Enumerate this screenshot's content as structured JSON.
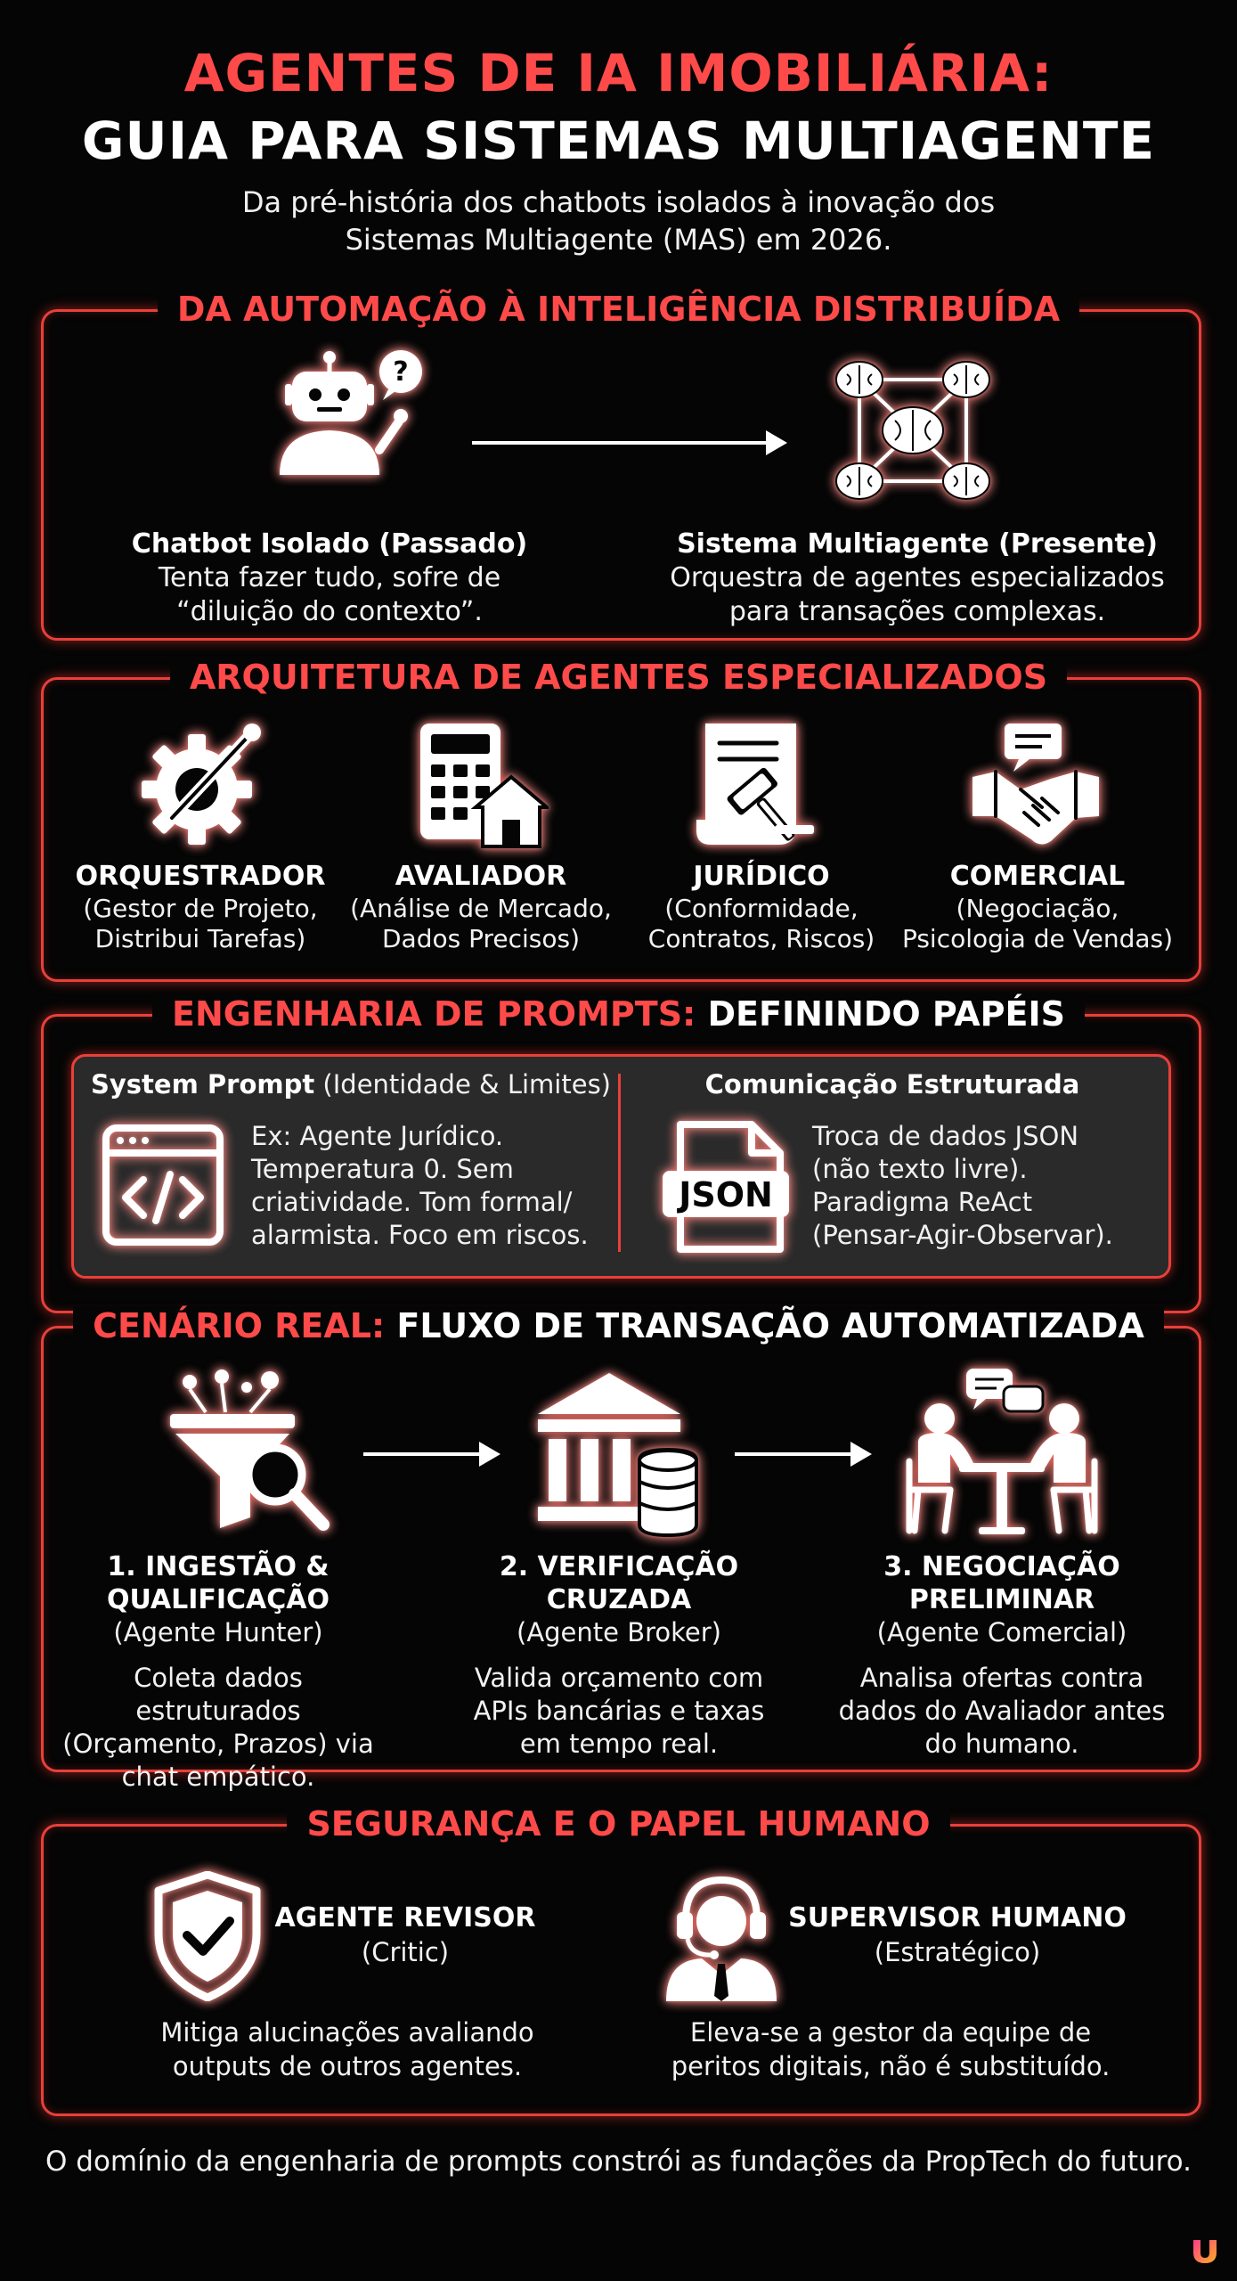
{
  "header": {
    "title_line1": "AGENTES DE IA IMOBILIÁRIA:",
    "title_line2": "GUIA PARA SISTEMAS MULTIAGENTE",
    "subtitle_line1": "Da pré-história dos chatbots isolados à inovação dos",
    "subtitle_line2": "Sistemas Multiagente (MAS) em 2026."
  },
  "section1": {
    "title": "DA AUTOMAÇÃO À INTELIGÊNCIA DISTRIBUÍDA",
    "left": {
      "icon": "robot-question-icon",
      "label": "Chatbot Isolado (Passado)",
      "line1": "Tenta fazer tudo, sofre de",
      "line2": "“diluição do contexto”."
    },
    "right": {
      "icon": "brain-network-icon",
      "label": "Sistema Multiagente (Presente)",
      "line1": "Orquestra de agentes especializados",
      "line2": "para transações complexas."
    }
  },
  "section2": {
    "title": "ARQUITETURA DE AGENTES ESPECIALIZADOS",
    "agents": [
      {
        "icon": "gear-wrench-icon",
        "label": "ORQUESTRADOR",
        "line1": "(Gestor de Projeto,",
        "line2": "Distribui Tarefas)"
      },
      {
        "icon": "calculator-house-icon",
        "label": "AVALIADOR",
        "line1": "(Análise de Mercado,",
        "line2": "Dados Precisos)"
      },
      {
        "icon": "gavel-document-icon",
        "label": "JURÍDICO",
        "line1": "(Conformidade,",
        "line2": "Contratos, Riscos)"
      },
      {
        "icon": "handshake-icon",
        "label": "COMERCIAL",
        "line1": "(Negociação,",
        "line2": "Psicologia de Vendas)"
      }
    ]
  },
  "section3": {
    "title_red": "ENGENHARIA DE PROMPTS:",
    "title_white": " DEFININDO PAPÉIS",
    "left": {
      "heading_bold": "System Prompt",
      "heading_rest": " (Identidade & Limites)",
      "icon": "code-window-icon",
      "lines": [
        "Ex: Agente Jurídico.",
        "Temperatura 0. Sem",
        "criatividade. Tom formal/",
        "alarmista. Foco em riscos."
      ]
    },
    "right": {
      "heading": "Comunicação Estruturada",
      "icon": "json-file-icon",
      "icon_text": "JSON",
      "lines": [
        "Troca de dados JSON",
        "(não texto livre).",
        "Paradigma ReAct",
        "(Pensar-Agir-Observar)."
      ]
    }
  },
  "section4": {
    "title_red": "CENÁRIO REAL:",
    "title_white": " FLUXO DE TRANSAÇÃO AUTOMATIZADA",
    "steps": [
      {
        "icon": "funnel-search-icon",
        "title1": "1. INGESTÃO &",
        "title2": "QUALIFICAÇÃO",
        "agent": "(Agente Hunter)",
        "line1": "Coleta dados estruturados",
        "line2": "(Orçamento, Prazos) via",
        "line3": "chat empático."
      },
      {
        "icon": "bank-database-icon",
        "title1": "2. VERIFICAÇÃO",
        "title2": "CRUZADA",
        "agent": "(Agente Broker)",
        "line1": "Valida orçamento com",
        "line2": "APIs bancárias e taxas",
        "line3": "em tempo real."
      },
      {
        "icon": "meeting-table-icon",
        "title1": "3. NEGOCIAÇÃO",
        "title2": "PRELIMINAR",
        "agent": "(Agente Comercial)",
        "line1": "Analisa ofertas contra",
        "line2": "dados do Avaliador antes",
        "line3": "do humano."
      }
    ]
  },
  "section5": {
    "title": "SEGURANÇA E O PAPEL HUMANO",
    "left": {
      "icon": "shield-check-icon",
      "label": "AGENTE REVISOR",
      "sub": "(Critic)",
      "line1": "Mitiga alucinações avaliando",
      "line2": "outputs de outros agentes."
    },
    "right": {
      "icon": "headset-person-icon",
      "label": "SUPERVISOR HUMANO",
      "sub": "(Estratégico)",
      "line1": "Eleva-se a gestor da equipe de",
      "line2": "peritos digitais, não é substituído."
    }
  },
  "footer": {
    "text": "O domínio da engenharia de prompts constrói as fundações da PropTech do futuro.",
    "logo": "brand-logo-icon"
  },
  "colors": {
    "accent": "#ff4a4a",
    "border": "#e8403a",
    "background": "#050505",
    "panel": "#2a2a2a"
  }
}
